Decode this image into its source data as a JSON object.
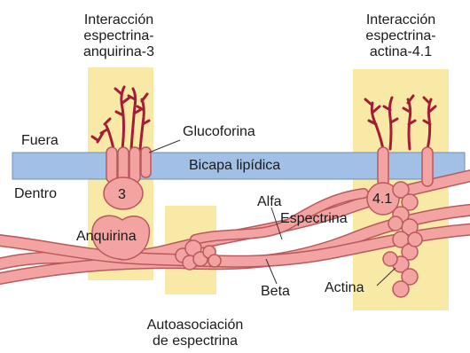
{
  "labels": {
    "ankyrin_interaction": [
      "Interacción",
      "espectrina-",
      "anquirina-3"
    ],
    "actin_interaction": [
      "Interacción",
      "espectrina-",
      "actina-4.1"
    ],
    "outside": "Fuera",
    "inside": "Dentro",
    "glycophorin": "Glucoforina",
    "bilayer": "Bicapa lipídica",
    "band3": "3",
    "protein41": "4.1",
    "ankyrin": "Anquirina",
    "alpha": "Alfa",
    "spectrin": "Espectrina",
    "beta": "Beta",
    "actin": "Actina",
    "self_association": [
      "Autoasociación",
      "de espectrina"
    ]
  },
  "colors": {
    "highlight_box": "#f8eaa6",
    "bilayer": "#a2bfe6",
    "protein": "#f3a3a2",
    "protein_outline": "#b85a5d",
    "glycan": "#a51c36"
  }
}
